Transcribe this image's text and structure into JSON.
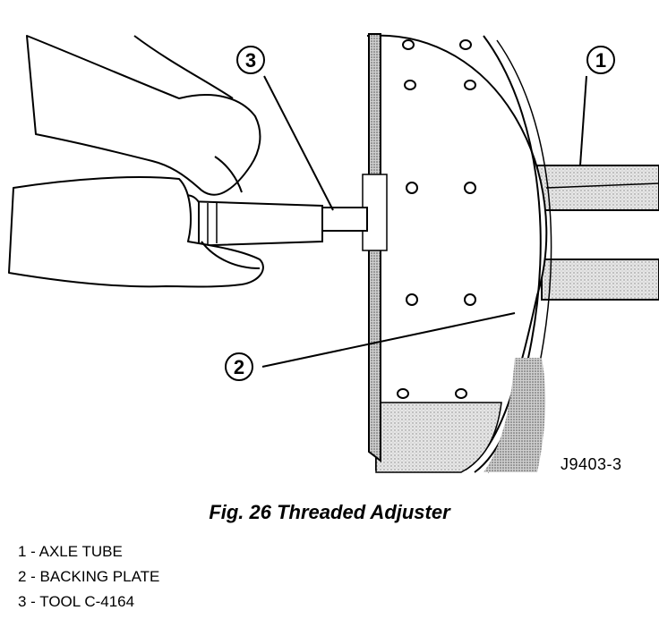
{
  "figure": {
    "reference_code": "J9403-3",
    "callouts": [
      {
        "number": "1"
      },
      {
        "number": "2"
      },
      {
        "number": "3"
      }
    ]
  },
  "caption": "Fig. 26 Threaded Adjuster",
  "legend": [
    {
      "text": "1 - AXLE TUBE"
    },
    {
      "text": "2 - BACKING PLATE"
    },
    {
      "text": "3 - TOOL C-4164"
    }
  ]
}
